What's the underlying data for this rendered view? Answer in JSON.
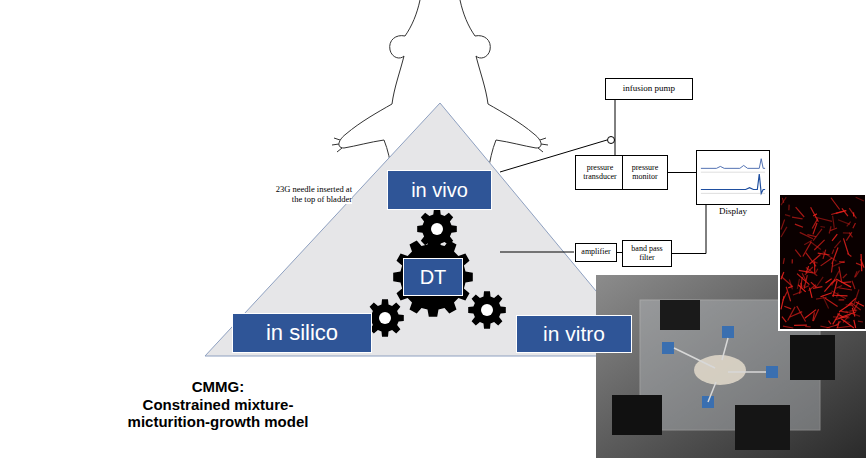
{
  "diagram": {
    "nodes": [
      {
        "text": [
          "infusion pump"
        ]
      },
      {
        "text": [
          "pressure transducer"
        ]
      },
      {
        "text": [
          "pressure monitor"
        ]
      },
      {
        "text": [
          "Display"
        ]
      },
      {
        "text": [
          "in vivo"
        ]
      },
      {
        "text": [
          "amplifier"
        ]
      },
      {
        "text": [
          "band pass filter"
        ]
      },
      {
        "text": [
          "DT"
        ]
      },
      {
        "text": [
          "in silico"
        ]
      },
      {
        "text": [
          "in vitro"
        ]
      }
    ],
    "edges": [
      {
        "from": 0,
        "to": 1,
        "arrow": "none"
      },
      {
        "from": 1,
        "to": 2,
        "arrow": "none"
      },
      {
        "from": 2,
        "to": 3,
        "arrow": "none"
      },
      {
        "from": 5,
        "to": 6,
        "arrow": "none"
      },
      {
        "from": 6,
        "to": 3,
        "arrow": "none"
      }
    ],
    "labels": [
      "23G needle inserted at the top of bladder",
      "CMMG:",
      "Constrained mixture-micturition-growth model"
    ]
  }
}
